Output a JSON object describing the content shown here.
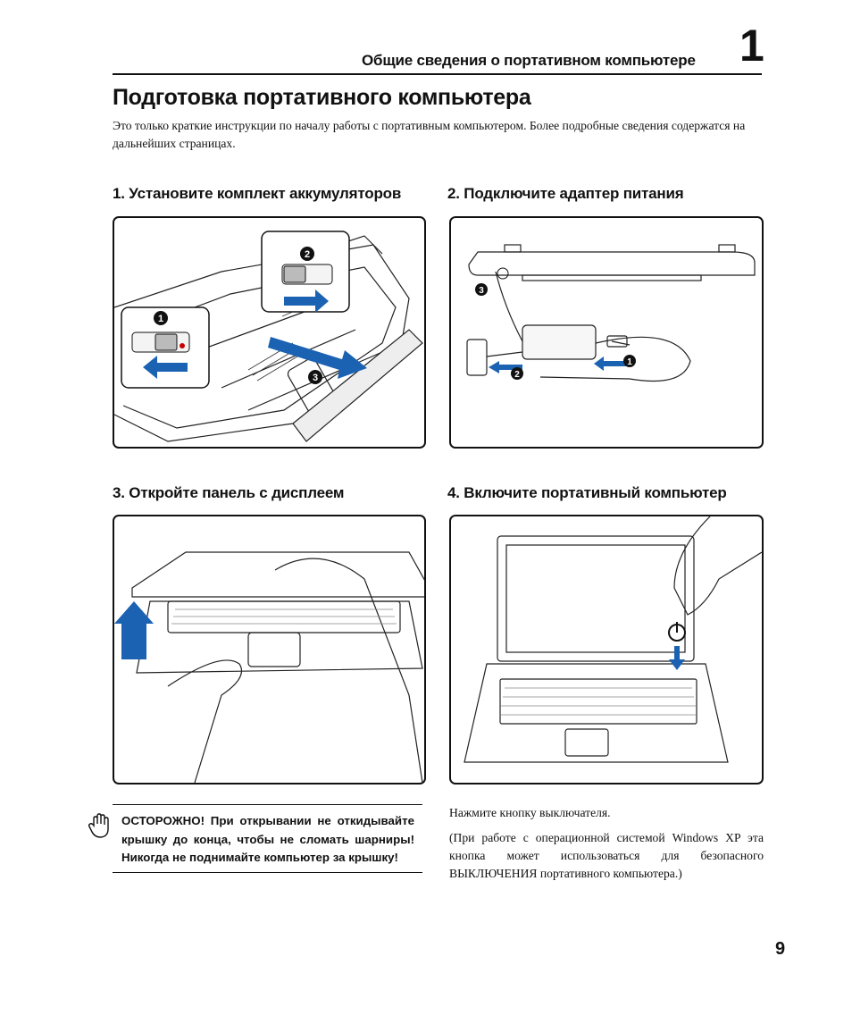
{
  "header": {
    "running_title": "Общие сведения о портативном компьютере",
    "chapter_number": "1"
  },
  "title": "Подготовка портативного компьютера",
  "intro": "Это только краткие инструкции по началу работы с портативным компьютером. Более подробные сведения содержатся на дальнейших страницах.",
  "steps": [
    {
      "heading": "1. Установите комплект аккумуляторов",
      "markers": [
        "1",
        "2",
        "3"
      ]
    },
    {
      "heading": "2. Подключите адаптер питания",
      "markers": [
        "1",
        "2",
        "3"
      ]
    },
    {
      "heading": "3. Откройте панель с дисплеем"
    },
    {
      "heading": "4. Включите портативный компьютер"
    }
  ],
  "warning": {
    "icon": "hand-icon",
    "text": "ОСТОРОЖНО! При открывании не откидывайте крышку до конца, чтобы не сломать шарниры! Никогда не поднимайте компьютер за крышку!"
  },
  "power": {
    "instruction": "Нажмите кнопку выключателя.",
    "note": "(При работе с операционной системой Windows XP эта кнопка может использоваться для безопасного ВЫКЛЮЧЕНИЯ портативного компьютера.)"
  },
  "page_number": "9",
  "colors": {
    "accent_blue": "#1c62b3",
    "line": "#111111"
  }
}
